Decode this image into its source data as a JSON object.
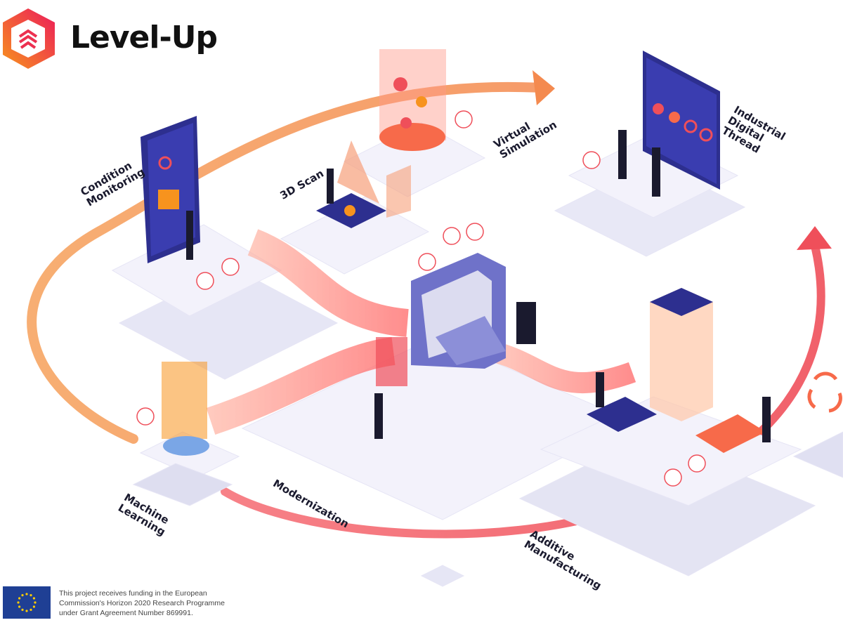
{
  "logo": {
    "name": "Level-Up"
  },
  "labels": {
    "condition_monitoring": [
      "Condition",
      "Monitoring"
    ],
    "scan_3d": "3D Scan",
    "virtual_simulation": [
      "Virtual",
      "Simulation"
    ],
    "industrial_digital_thread": [
      "Industrial",
      "Digital",
      "Thread"
    ],
    "machine_learning": [
      "Machine",
      "Learning"
    ],
    "modernization": "Modernization",
    "additive_manufacturing": [
      "Additive",
      "Manufacturing"
    ]
  },
  "funding": {
    "lines": [
      "This project receives funding in the European",
      "Commission's Horizon 2020 Research Programme",
      "under Grant Agreement Number 869991."
    ]
  },
  "colors": {
    "orange": "#f7a35c",
    "red": "#ef4f5a",
    "navy": "#2d2f8f",
    "platform": "#f3f2fb",
    "shadow": "#dcdcf0"
  }
}
